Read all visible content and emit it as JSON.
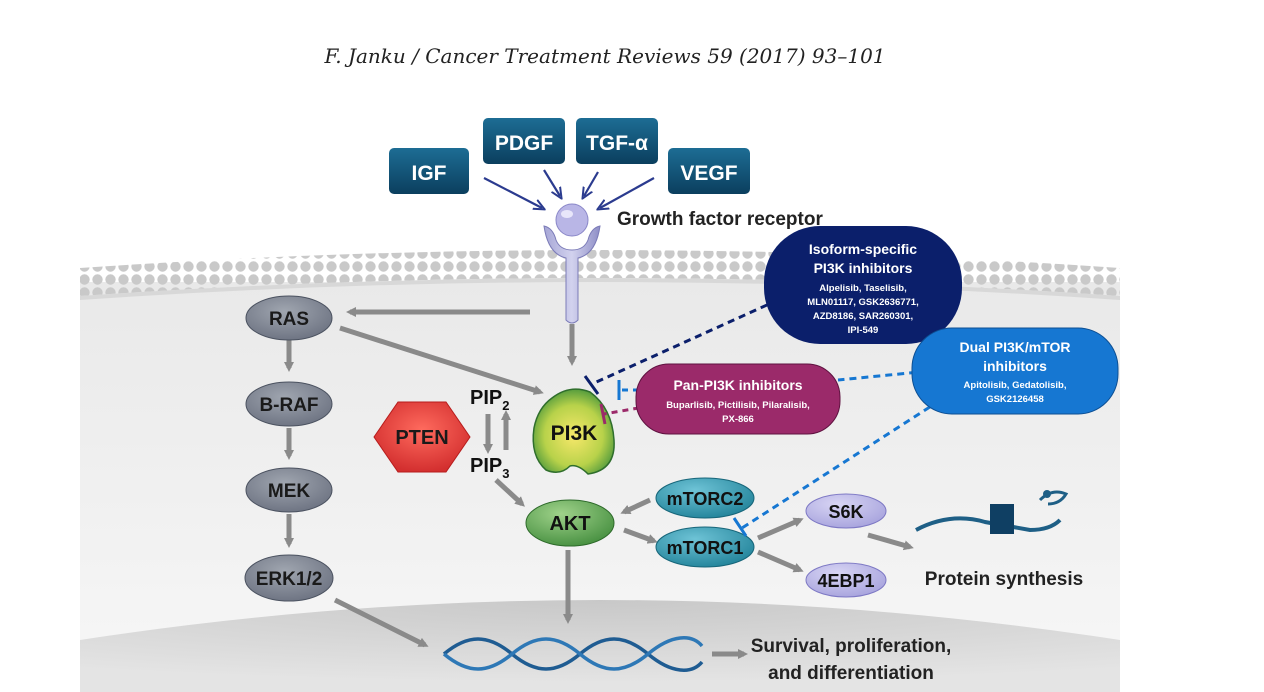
{
  "header": {
    "citation": "F. Janku / Cancer Treatment Reviews 59 (2017) 93–101"
  },
  "ligands": {
    "igf": "IGF",
    "pdgf": "PDGF",
    "tgf": "TGF-α",
    "vegf": "VEGF"
  },
  "receptor": {
    "label": "Growth factor receptor"
  },
  "mapk": {
    "ras": "RAS",
    "braf": "B-RAF",
    "mek": "MEK",
    "erk": "ERK1/2"
  },
  "pten": "PTEN",
  "pip": {
    "pip2_base": "PIP",
    "pip2_sub": "2",
    "pip3_base": "PIP",
    "pip3_sub": "3"
  },
  "pi3k": "PI3K",
  "akt": "AKT",
  "mtorc2": "mTORC2",
  "mtorc1": "mTORC1",
  "s6k": "S6K",
  "ebp1": "4EBP1",
  "outputs": {
    "protein_synthesis": "Protein synthesis",
    "survival_line1": "Survival, proliferation,",
    "survival_line2": "and differentiation"
  },
  "inhibitors": {
    "isoform": {
      "title_line1": "Isoform-specific",
      "title_line2": "PI3K inhibitors",
      "drugs": [
        "Alpelisib, Taselisib,",
        "MLN01117, GSK2636771,",
        "AZD8186, SAR260301,",
        "IPI-549"
      ]
    },
    "pan": {
      "title": "Pan-PI3K inhibitors",
      "drugs": [
        "Buparlisib, Pictilisib, Pilaralisib,",
        "PX-866"
      ]
    },
    "dual": {
      "title_line1": "Dual PI3K/mTOR",
      "title_line2": "inhibitors",
      "drugs": [
        "Apitolisib, Gedatolisib,",
        "GSK2126458"
      ]
    }
  },
  "colors": {
    "ligand_box": "#0c4a6e",
    "isoform_bubble": "#0b1f6b",
    "pan_bubble": "#9b2a6a",
    "dual_bubble": "#1677d2",
    "arrow_gray": "#8a8a8a",
    "pten_red": "#e53935",
    "s6k_lavender": "#b7b3e6",
    "mtorc_teal": "#2a8fa6"
  }
}
